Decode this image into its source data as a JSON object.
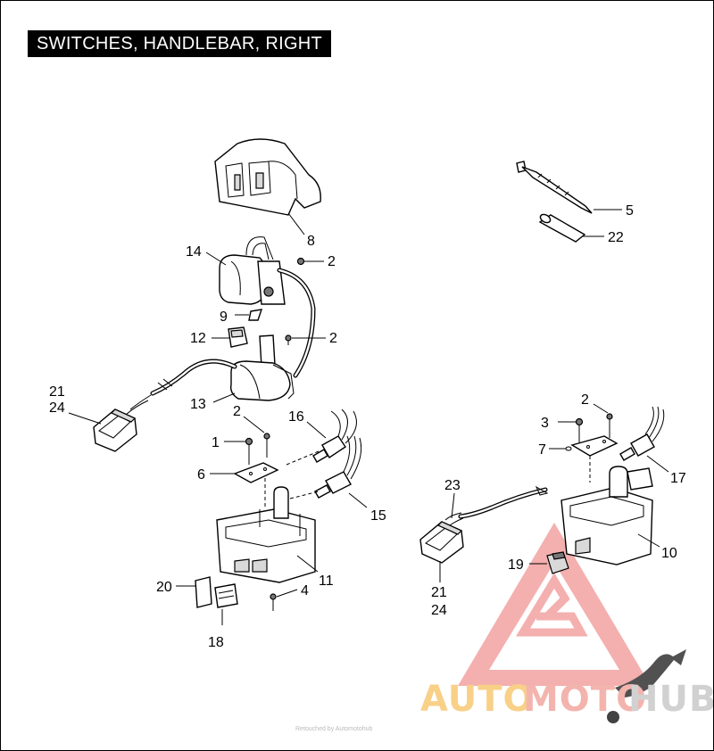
{
  "title": "SWITCHES, HANDLEBAR, RIGHT",
  "callouts": {
    "c1": "1",
    "c2a": "2",
    "c2b": "2",
    "c2c": "2",
    "c2d": "2",
    "c3": "3",
    "c4": "4",
    "c5": "5",
    "c6": "6",
    "c7": "7",
    "c8": "8",
    "c9": "9",
    "c10": "10",
    "c11": "11",
    "c12": "12",
    "c13": "13",
    "c14": "14",
    "c15": "15",
    "c16": "16",
    "c17": "17",
    "c18": "18",
    "c19": "19",
    "c20": "20",
    "c21a": "21",
    "c24a": "24",
    "c21b": "21",
    "c24b": "24",
    "c22": "22",
    "c23": "23"
  },
  "watermark": {
    "auto": "AUTO",
    "moto": "MOTO",
    "hub": "HUB",
    "colors": {
      "auto": "#f7c873",
      "moto": "#f2a79f",
      "hub": "#c9c9c9",
      "triangle": "#ef8a8a"
    }
  },
  "footer_text": "Retouched by Automotohub"
}
